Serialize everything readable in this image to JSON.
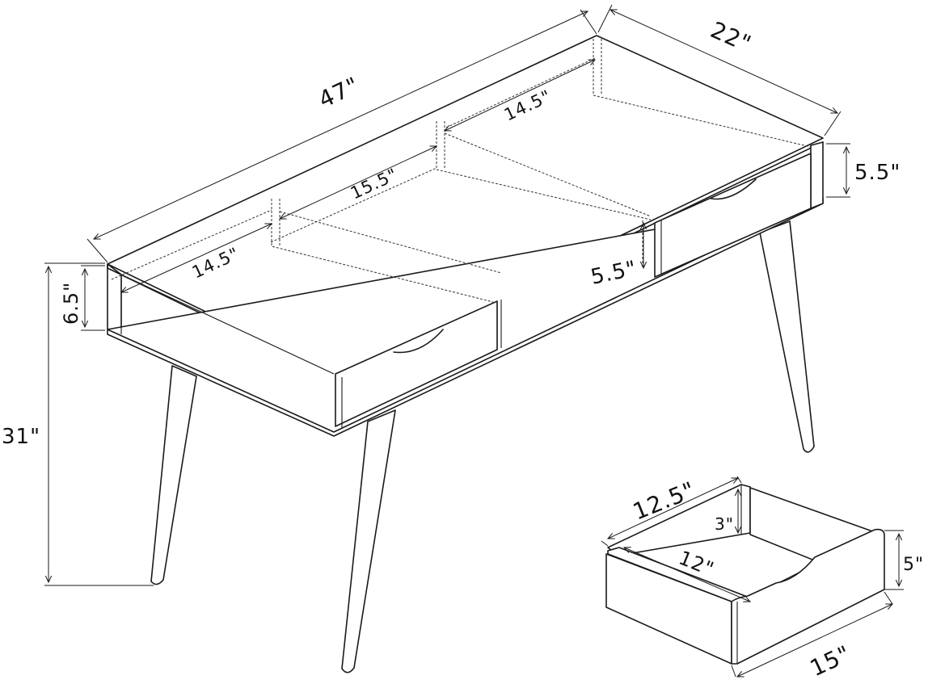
{
  "desk": {
    "width_label": "47\"",
    "depth_label": "22\"",
    "compartment_left_label": "14.5\"",
    "compartment_middle_label": "15.5\"",
    "compartment_right_label": "14.5\"",
    "top_height_label": "6.5\"",
    "total_height_label": "31\"",
    "inner_height_label": "5.5\"",
    "right_drawer_height_label": "5.5\""
  },
  "drawer": {
    "depth_label": "12.5\"",
    "inner_depth_label": "12\"",
    "width_label": "15\"",
    "side_height_label": "3\"",
    "front_height_label": "5\""
  }
}
